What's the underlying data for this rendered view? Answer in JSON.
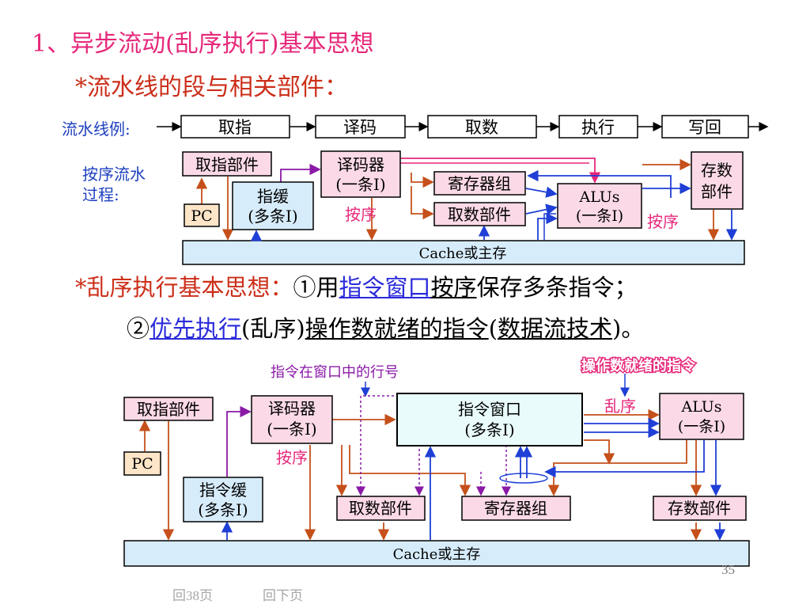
{
  "title": "1、异步流动(乱序执行)基本思想",
  "subtitle": "*流水线的段与相关部件：",
  "pipeline": {
    "label": "流水线例:",
    "stages": [
      "取指",
      "译码",
      "取数",
      "执行",
      "写回"
    ]
  },
  "inorder": {
    "label_line1": "按序流水",
    "label_line2": "过程:",
    "fetch_unit": "取指部件",
    "pc": "PC",
    "buffer_l1": "指缓",
    "buffer_l2": "(多条I)",
    "decoder_l1": "译码器",
    "decoder_l2": "(一条I)",
    "register_file": "寄存器组",
    "operand_fetch": "取数部件",
    "alu_l1": "ALUs",
    "alu_l2": "(一条I)",
    "store_l1": "存数",
    "store_l2": "部件",
    "in_order_1": "按序",
    "in_order_2": "按序",
    "cache": "Cache或主存"
  },
  "idea": {
    "prefix": "*乱序执行基本思想：",
    "p1": "①用",
    "p2": "指令窗口",
    "p3": "按序",
    "p4": "保存多条指令；",
    "q1": "②",
    "q2": "优先执行",
    "q3": "(乱序)",
    "q4": "操作数就绪的指令",
    "q5": "(",
    "q6": "数据流技术",
    "q7": ")。"
  },
  "ooo": {
    "row_label": "指令在窗口中的行号",
    "ready_label": "操作数就绪的指令",
    "fetch_unit": "取指部件",
    "pc": "PC",
    "buffer_l1": "指令缓",
    "buffer_l2": "(多条I)",
    "decoder_l1": "译码器",
    "decoder_l2": "(一条I)",
    "in_order": "按序",
    "window_l1": "指令窗口",
    "window_l2": "(多条I)",
    "out_of_order": "乱序",
    "alu_l1": "ALUs",
    "alu_l2": "(一条I)",
    "operand_fetch": "取数部件",
    "register_file": "寄存器组",
    "store_unit": "存数部件",
    "cache": "Cache或主存"
  },
  "page_number": "35",
  "nav": {
    "back": "回38页",
    "next": "回下页"
  },
  "colors": {
    "title": "#e6287a",
    "subtitle": "#cc2f1a",
    "label_blue": "#1d3fbf",
    "pink_box": "#fbd9e6",
    "orange_box": "#fde5c8",
    "blue_box": "#d7ecfb",
    "arrow_orange": "#c5501b",
    "arrow_blue": "#1f3fd6",
    "arrow_purple": "#8a1aa6",
    "arrow_pink": "#e6287a"
  }
}
